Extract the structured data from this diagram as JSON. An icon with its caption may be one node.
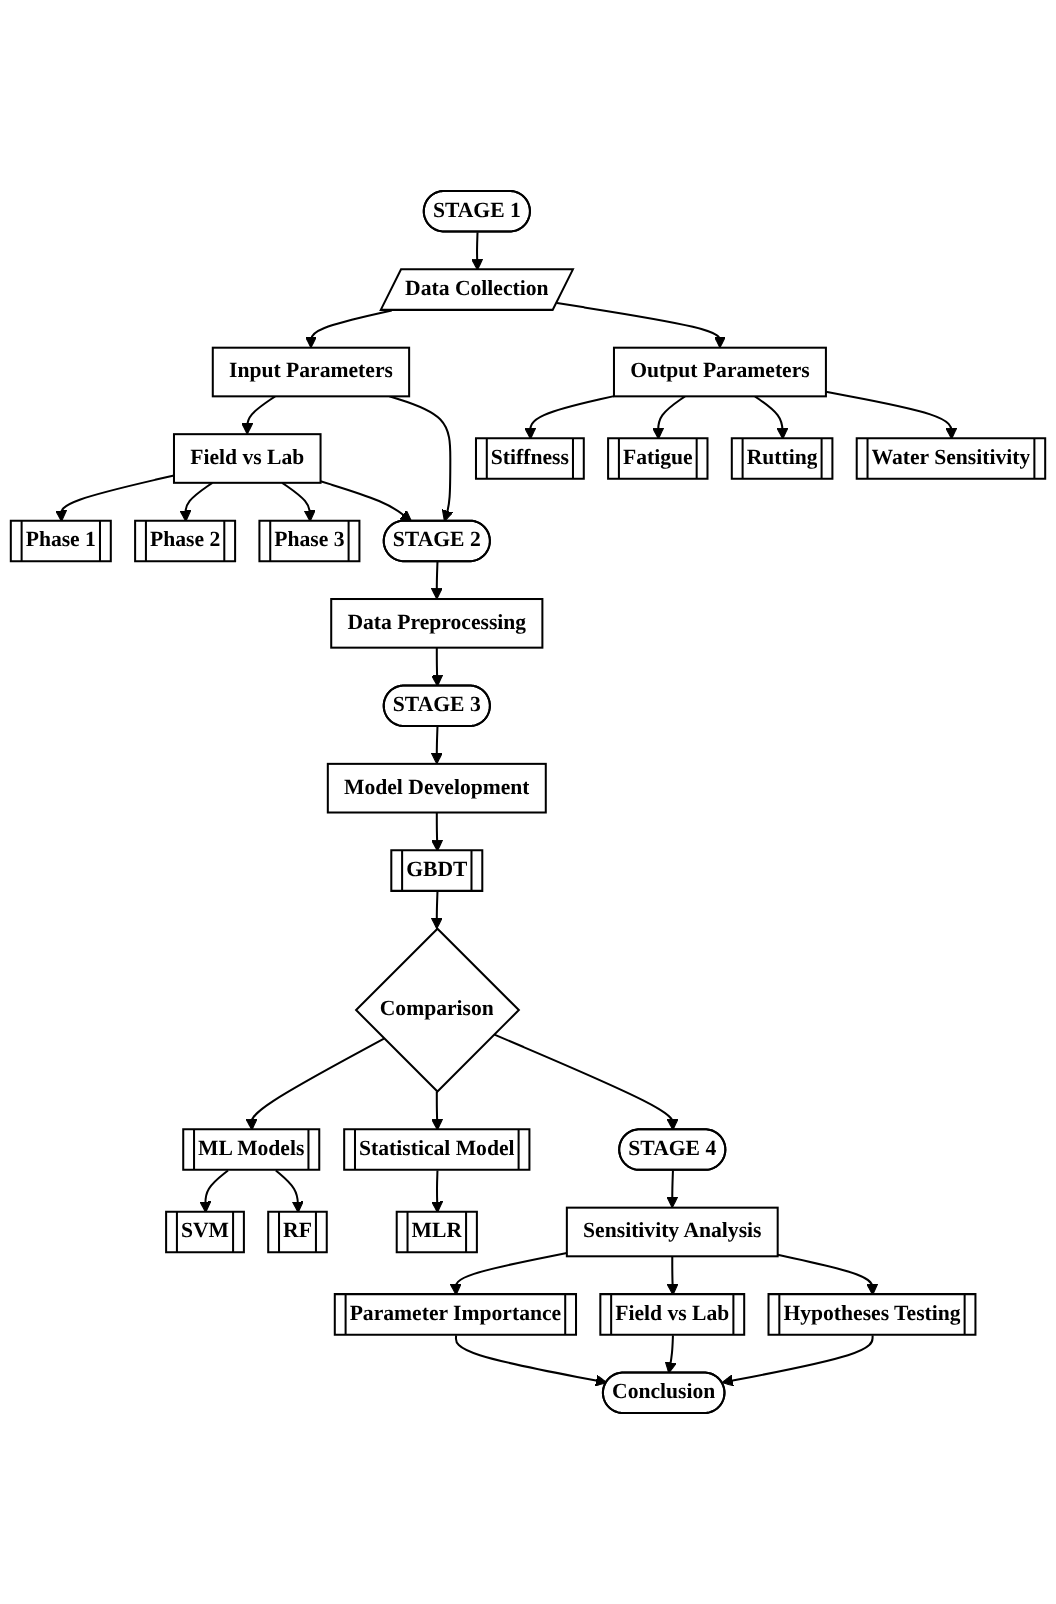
{
  "diagram": {
    "nodes": [
      {
        "text": [
          "STAGE 1"
        ]
      },
      {
        "text": [
          "Data Collection"
        ]
      },
      {
        "text": [
          "Input Parameters"
        ]
      },
      {
        "text": [
          "Output Parameters"
        ]
      },
      {
        "text": [
          "Field vs Lab"
        ]
      },
      {
        "text": [
          "Phase 1"
        ]
      },
      {
        "text": [
          "Phase 2"
        ]
      },
      {
        "text": [
          "Phase 3"
        ]
      },
      {
        "text": [
          "Stiffness"
        ]
      },
      {
        "text": [
          "Fatigue"
        ]
      },
      {
        "text": [
          "Rutting"
        ]
      },
      {
        "text": [
          "Water Sensitivity"
        ]
      },
      {
        "text": [
          "STAGE 2"
        ]
      },
      {
        "text": [
          "Data Preprocessing"
        ]
      },
      {
        "text": [
          "STAGE 3"
        ]
      },
      {
        "text": [
          "Model Development"
        ]
      },
      {
        "text": [
          "GBDT"
        ]
      },
      {
        "text": [
          "Comparison"
        ]
      },
      {
        "text": [
          "ML Models"
        ]
      },
      {
        "text": [
          "Statistical Model"
        ]
      },
      {
        "text": [
          "SVM"
        ]
      },
      {
        "text": [
          "RF"
        ]
      },
      {
        "text": [
          "MLR"
        ]
      },
      {
        "text": [
          "STAGE 4"
        ]
      },
      {
        "text": [
          "Sensitivity Analysis"
        ]
      },
      {
        "text": [
          "Parameter Importance"
        ]
      },
      {
        "text": [
          "Field vs Lab"
        ]
      },
      {
        "text": [
          "Hypotheses Testing"
        ]
      },
      {
        "text": [
          "Conclusion"
        ]
      }
    ],
    "edges": [
      {
        "from": 0,
        "to": 1,
        "arrow": "to"
      },
      {
        "from": 1,
        "to": 2,
        "arrow": "to"
      },
      {
        "from": 1,
        "to": 3,
        "arrow": "to"
      },
      {
        "from": 2,
        "to": 4,
        "arrow": "to"
      },
      {
        "from": 4,
        "to": 5,
        "arrow": "to"
      },
      {
        "from": 4,
        "to": 6,
        "arrow": "to"
      },
      {
        "from": 4,
        "to": 7,
        "arrow": "to"
      },
      {
        "from": 2,
        "to": 12,
        "arrow": "to"
      },
      {
        "from": 4,
        "to": 12,
        "arrow": "to"
      },
      {
        "from": 3,
        "to": 8,
        "arrow": "to"
      },
      {
        "from": 3,
        "to": 9,
        "arrow": "to"
      },
      {
        "from": 3,
        "to": 10,
        "arrow": "to"
      },
      {
        "from": 3,
        "to": 11,
        "arrow": "to"
      },
      {
        "from": 12,
        "to": 13,
        "arrow": "to"
      },
      {
        "from": 13,
        "to": 14,
        "arrow": "to"
      },
      {
        "from": 14,
        "to": 15,
        "arrow": "to"
      },
      {
        "from": 15,
        "to": 16,
        "arrow": "to"
      },
      {
        "from": 16,
        "to": 17,
        "arrow": "to"
      },
      {
        "from": 17,
        "to": 18,
        "arrow": "to"
      },
      {
        "from": 17,
        "to": 19,
        "arrow": "to"
      },
      {
        "from": 17,
        "to": 23,
        "arrow": "to"
      },
      {
        "from": 18,
        "to": 20,
        "arrow": "to"
      },
      {
        "from": 18,
        "to": 21,
        "arrow": "to"
      },
      {
        "from": 19,
        "to": 22,
        "arrow": "to"
      },
      {
        "from": 23,
        "to": 24,
        "arrow": "to"
      },
      {
        "from": 24,
        "to": 25,
        "arrow": "to"
      },
      {
        "from": 24,
        "to": 26,
        "arrow": "to"
      },
      {
        "from": 24,
        "to": 27,
        "arrow": "to"
      },
      {
        "from": 25,
        "to": 28,
        "arrow": "to"
      },
      {
        "from": 26,
        "to": 28,
        "arrow": "to"
      },
      {
        "from": 27,
        "to": 28,
        "arrow": "to"
      }
    ]
  }
}
